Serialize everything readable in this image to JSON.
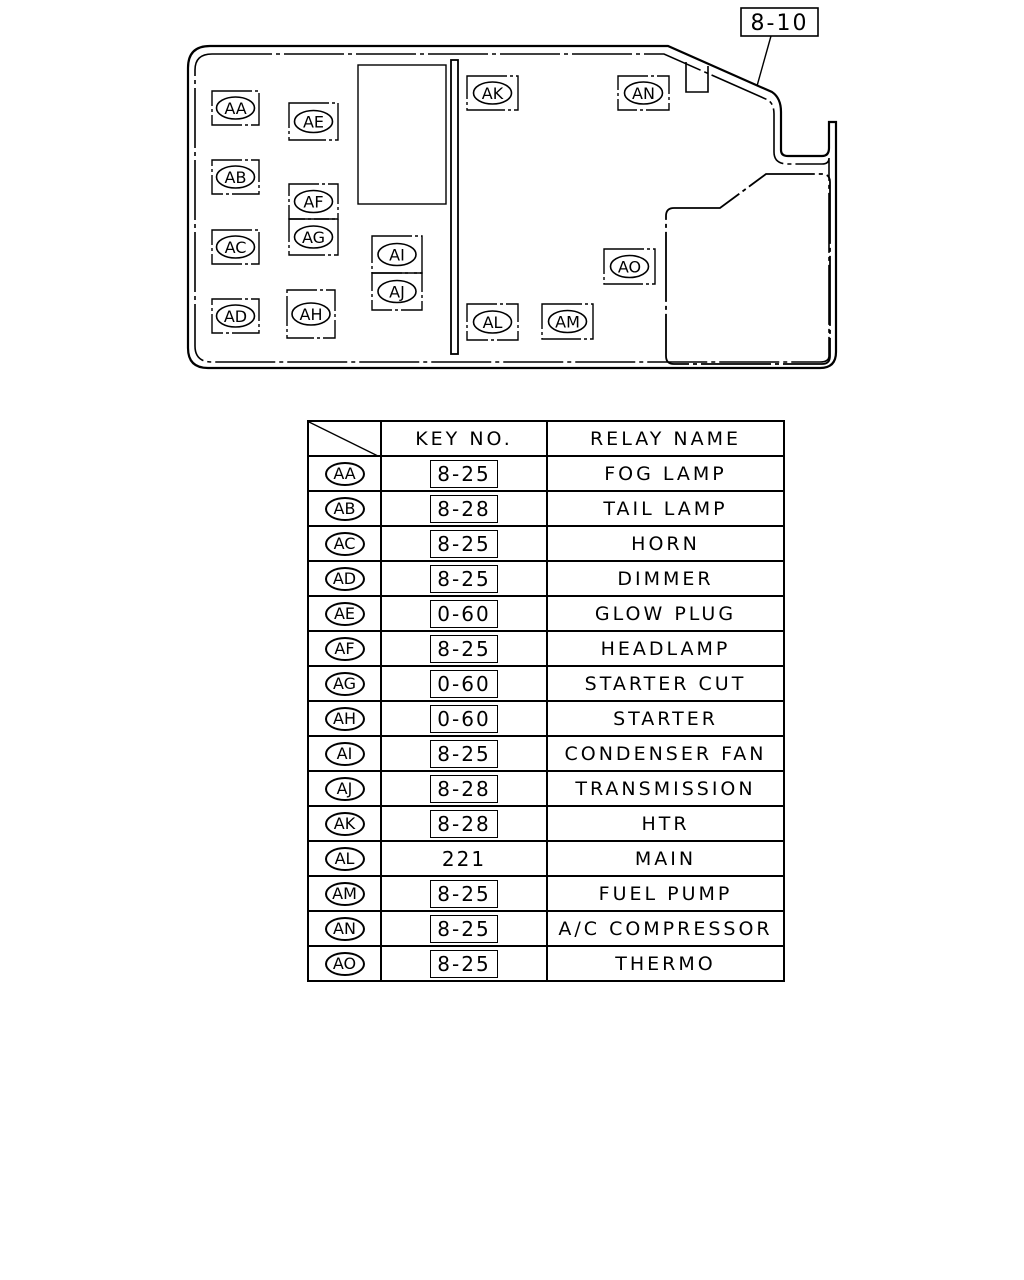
{
  "diagram": {
    "ref_label": "8-10",
    "locations": [
      "AA",
      "AB",
      "AC",
      "AD",
      "AE",
      "AF",
      "AG",
      "AH",
      "AI",
      "AJ",
      "AK",
      "AL",
      "AM",
      "AN",
      "AO"
    ]
  },
  "table": {
    "header": {
      "key_no": "KEY NO.",
      "relay_name": "RELAY NAME"
    },
    "rows": [
      {
        "id": "AA",
        "key": "8-25",
        "name": "FOG LAMP",
        "boxed": true
      },
      {
        "id": "AB",
        "key": "8-28",
        "name": "TAIL LAMP",
        "boxed": true
      },
      {
        "id": "AC",
        "key": "8-25",
        "name": "HORN",
        "boxed": true
      },
      {
        "id": "AD",
        "key": "8-25",
        "name": "DIMMER",
        "boxed": true
      },
      {
        "id": "AE",
        "key": "0-60",
        "name": "GLOW PLUG",
        "boxed": true
      },
      {
        "id": "AF",
        "key": "8-25",
        "name": "HEADLAMP",
        "boxed": true
      },
      {
        "id": "AG",
        "key": "0-60",
        "name": "STARTER CUT",
        "boxed": true
      },
      {
        "id": "AH",
        "key": "0-60",
        "name": "STARTER",
        "boxed": true
      },
      {
        "id": "AI",
        "key": "8-25",
        "name": "CONDENSER FAN",
        "boxed": true
      },
      {
        "id": "AJ",
        "key": "8-28",
        "name": "TRANSMISSION",
        "boxed": true
      },
      {
        "id": "AK",
        "key": "8-28",
        "name": "HTR",
        "boxed": true
      },
      {
        "id": "AL",
        "key": "221",
        "name": "MAIN",
        "boxed": false
      },
      {
        "id": "AM",
        "key": "8-25",
        "name": "FUEL PUMP",
        "boxed": true
      },
      {
        "id": "AN",
        "key": "8-25",
        "name": "A/C COMPRESSOR",
        "boxed": true
      },
      {
        "id": "AO",
        "key": "8-25",
        "name": "THERMO",
        "boxed": true
      }
    ]
  }
}
